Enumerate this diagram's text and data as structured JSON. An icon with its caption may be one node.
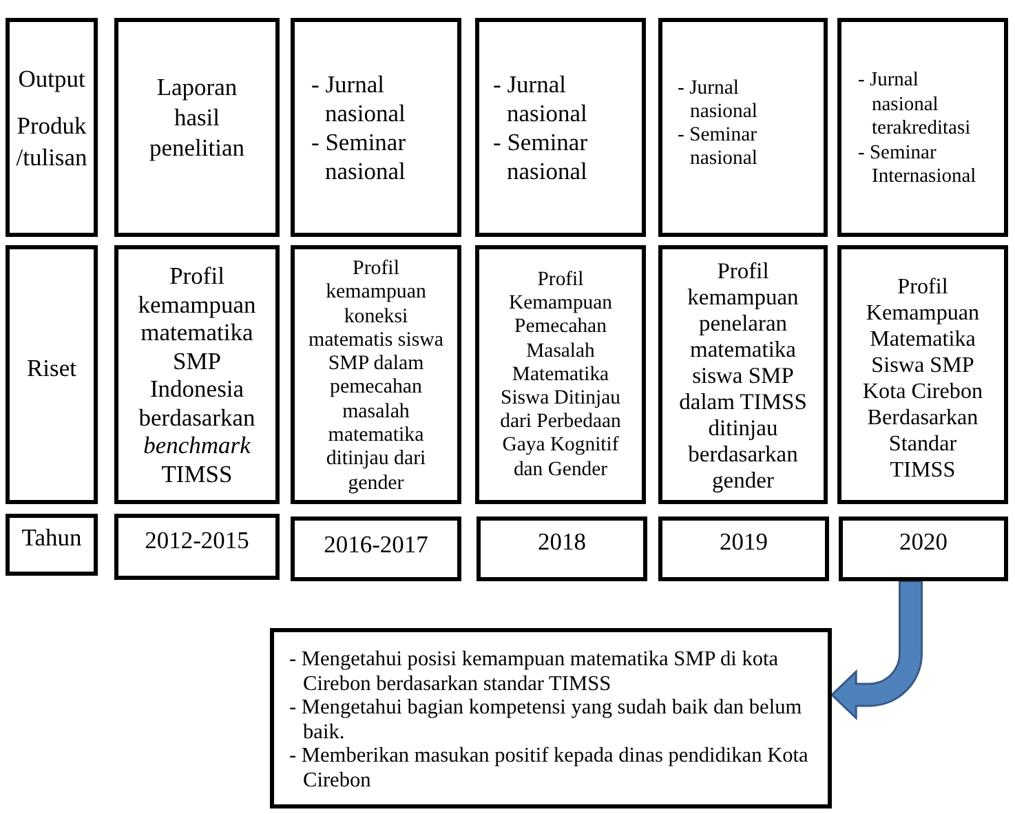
{
  "diagram": {
    "nodes": [
      {
        "text": [
          "Output",
          "Produk /tulisan"
        ]
      },
      {
        "text": [
          "Laporan hasil penelitian"
        ]
      },
      {
        "text": [
          "- Jurnal nasional",
          "- Seminar nasional"
        ]
      },
      {
        "text": [
          "- Jurnal nasional",
          "- Seminar nasional"
        ]
      },
      {
        "text": [
          "- Jurnal nasional",
          "- Seminar nasional"
        ]
      },
      {
        "text": [
          "- Jurnal nasional terakreditasi",
          "- Seminar Internasional"
        ]
      },
      {
        "text": [
          "Riset"
        ]
      },
      {
        "text": [
          "Profil kemampuan matematika SMP Indonesia berdasarkan *benchmark* TIMSS"
        ]
      },
      {
        "text": [
          "Profil kemampuan koneksi matematis siswa SMP dalam pemecahan masalah matematika ditinjau dari gender"
        ]
      },
      {
        "text": [
          "Profil Kemampuan Pemecahan Masalah Matematika Siswa Ditinjau dari Perbedaan Gaya Kognitif dan Gender"
        ]
      },
      {
        "text": [
          "Profil kemampuan penelaran matematika siswa SMP dalam TIMSS ditinjau berdasarkan gender"
        ]
      },
      {
        "text": [
          "Profil Kemampuan Matematika Siswa SMP Kota Cirebon Berdasarkan Standar TIMSS"
        ]
      },
      {
        "text": [
          "Tahun"
        ]
      },
      {
        "text": [
          "2012-2015"
        ]
      },
      {
        "text": [
          "2016-2017"
        ]
      },
      {
        "text": [
          "2018"
        ]
      },
      {
        "text": [
          "2019"
        ]
      },
      {
        "text": [
          "2020"
        ]
      },
      {
        "text": [
          "- Mengetahui posisi kemampuan matematika SMP di kota Cirebon berdasarkan standar TIMSS",
          "- Mengetahui bagian kompetensi yang sudah baik dan belum baik.",
          "- Memberikan masukan positif kepada dinas pendidikan Kota Cirebon"
        ]
      }
    ],
    "edges": [
      {
        "from": 17,
        "to": 18,
        "arrow": "to",
        "style": "thick",
        "color": "#4f81bd"
      }
    ]
  }
}
